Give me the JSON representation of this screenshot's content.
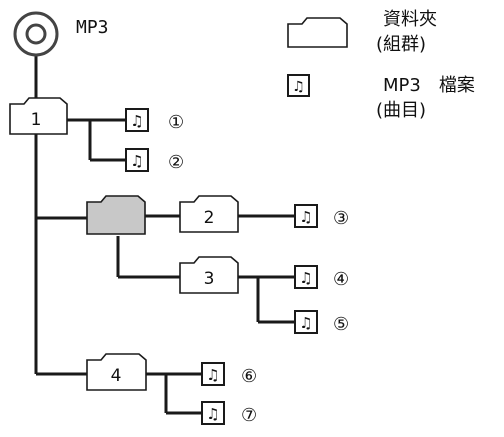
{
  "disc": {
    "label": "MP3",
    "icon": "disc-icon"
  },
  "legend": {
    "folder_line1": "資料夾",
    "folder_line2": "(組群)",
    "file_line1": "MP3　檔案",
    "file_line2": "(曲目)",
    "folder_icon": "folder-icon",
    "file_icon": "music-note-icon"
  },
  "folders": [
    {
      "id": "f1",
      "label": "1",
      "highlighted": false
    },
    {
      "id": "f-root-child",
      "label": "",
      "highlighted": true
    },
    {
      "id": "f2",
      "label": "2",
      "highlighted": false
    },
    {
      "id": "f3",
      "label": "3",
      "highlighted": false
    },
    {
      "id": "f4",
      "label": "4",
      "highlighted": false
    }
  ],
  "tracks": [
    "①",
    "②",
    "③",
    "④",
    "⑤",
    "⑥",
    "⑦"
  ],
  "colors": {
    "line": "#1a1a1a",
    "folder_fill": "#ffffff",
    "folder_highlight": "#c8c8c8",
    "disc_stroke": "#444444"
  }
}
